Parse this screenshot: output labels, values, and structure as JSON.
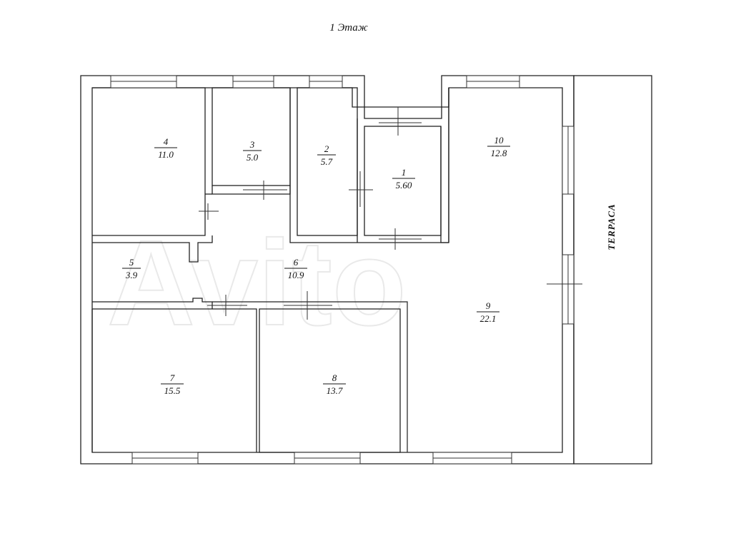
{
  "floor_title": "1 Этаж",
  "terrace_label": "TERPACA",
  "watermark": "Avito",
  "rooms": [
    {
      "num": "1",
      "area": "5.60"
    },
    {
      "num": "2",
      "area": "5.7"
    },
    {
      "num": "3",
      "area": "5.0"
    },
    {
      "num": "4",
      "area": "11.0"
    },
    {
      "num": "5",
      "area": "3.9"
    },
    {
      "num": "6",
      "area": "10.9"
    },
    {
      "num": "7",
      "area": "15.5"
    },
    {
      "num": "8",
      "area": "13.7"
    },
    {
      "num": "9",
      "area": "22.1"
    },
    {
      "num": "10",
      "area": "12.8"
    }
  ],
  "colors": {
    "wall": "#222222",
    "background": "#ffffff",
    "watermark": "#e9e9e9"
  }
}
